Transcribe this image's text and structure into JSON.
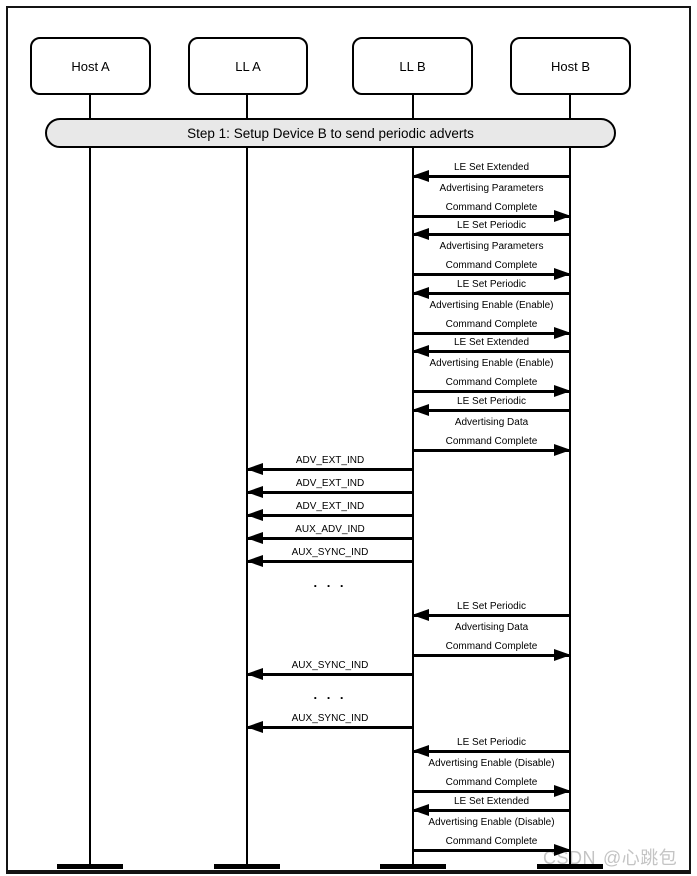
{
  "diagram": {
    "step_banner": "Step 1: Setup Device B to send periodic adverts",
    "ellipsis": ". . .",
    "participants": [
      {
        "label": "Host A"
      },
      {
        "label": "LL A"
      },
      {
        "label": "LL B"
      },
      {
        "label": "Host B"
      }
    ],
    "messages": [
      {
        "line1": "LE Set Extended",
        "line2": "Advertising Parameters",
        "from": "Host B",
        "to": "LL B"
      },
      {
        "line1": "Command Complete",
        "from": "LL B",
        "to": "Host B"
      },
      {
        "line1": "LE Set Periodic",
        "line2": "Advertising Parameters",
        "from": "Host B",
        "to": "LL B"
      },
      {
        "line1": "Command Complete",
        "from": "LL B",
        "to": "Host B"
      },
      {
        "line1": "LE Set Periodic",
        "line2": "Advertising Enable (Enable)",
        "from": "Host B",
        "to": "LL B"
      },
      {
        "line1": "Command Complete",
        "from": "LL B",
        "to": "Host B"
      },
      {
        "line1": "LE Set Extended",
        "line2": "Advertising Enable (Enable)",
        "from": "Host B",
        "to": "LL B"
      },
      {
        "line1": "Command Complete",
        "from": "LL B",
        "to": "Host B"
      },
      {
        "line1": "LE Set Periodic",
        "line2": "Advertising Data",
        "from": "Host B",
        "to": "LL B"
      },
      {
        "line1": "Command Complete",
        "from": "LL B",
        "to": "Host B"
      },
      {
        "line1": "ADV_EXT_IND",
        "from": "LL B",
        "to": "LL A"
      },
      {
        "line1": "ADV_EXT_IND",
        "from": "LL B",
        "to": "LL A"
      },
      {
        "line1": "ADV_EXT_IND",
        "from": "LL B",
        "to": "LL A"
      },
      {
        "line1": "AUX_ADV_IND",
        "from": "LL B",
        "to": "LL A"
      },
      {
        "line1": "AUX_SYNC_IND",
        "from": "LL B",
        "to": "LL A"
      },
      {
        "line1": "LE Set Periodic",
        "line2": "Advertising Data",
        "from": "Host B",
        "to": "LL B"
      },
      {
        "line1": "Command Complete",
        "from": "LL B",
        "to": "Host B"
      },
      {
        "line1": "AUX_SYNC_IND",
        "from": "LL B",
        "to": "LL A"
      },
      {
        "line1": "AUX_SYNC_IND",
        "from": "LL B",
        "to": "LL A"
      },
      {
        "line1": "LE Set Periodic",
        "line2": "Advertising Enable (Disable)",
        "from": "Host B",
        "to": "LL B"
      },
      {
        "line1": "Command Complete",
        "from": "LL B",
        "to": "Host B"
      },
      {
        "line1": "LE Set Extended",
        "line2": "Advertising Enable (Disable)",
        "from": "Host B",
        "to": "LL B"
      },
      {
        "line1": "Command Complete",
        "from": "LL B",
        "to": "Host B"
      }
    ],
    "watermark": {
      "site": "CSDN",
      "handle": "@心跳包"
    },
    "colors": {
      "banner_fill": "#e8e8e8",
      "line": "#000000",
      "watermark_gray": "#c4c4c4"
    }
  }
}
